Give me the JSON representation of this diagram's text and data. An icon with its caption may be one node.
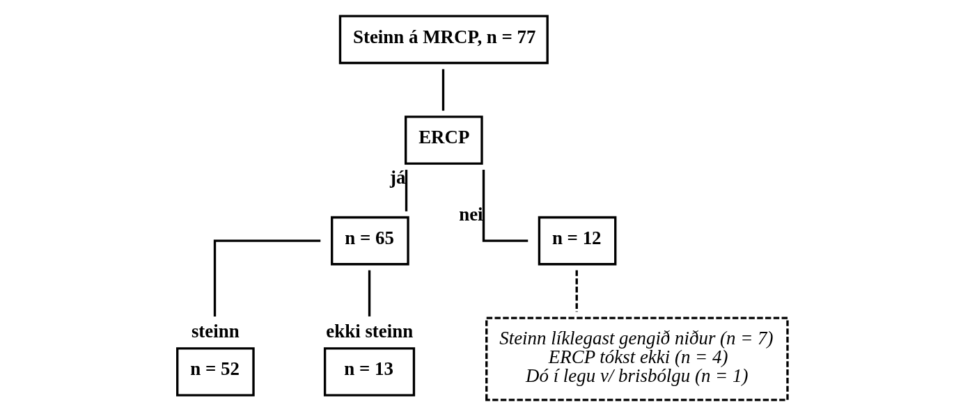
{
  "diagram": {
    "nodes": [
      {
        "text": [
          "Steinn á MRCP, n = 77"
        ]
      },
      {
        "text": [
          "ERCP"
        ]
      },
      {
        "text": [
          "n = 65"
        ]
      },
      {
        "text": [
          "n = 12"
        ]
      },
      {
        "text": [
          "n = 52"
        ],
        "beside": [
          "steinn"
        ]
      },
      {
        "text": [
          "n = 13"
        ],
        "beside": [
          "ekki steinn"
        ]
      },
      {
        "text": [
          "Steinn líklegast gengið niður (n = 7)",
          "ERCP tókst ekki (n = 4)",
          "Dó í legu v/ brisbólgu (n = 1)"
        ]
      }
    ],
    "edges": [
      {
        "from": 0,
        "to": 1,
        "arrow": "none"
      },
      {
        "from": 1,
        "to": 2,
        "arrow": "none",
        "label": "já"
      },
      {
        "from": 1,
        "to": 3,
        "arrow": "none",
        "label": "nei"
      },
      {
        "from": 2,
        "to": 4,
        "arrow": "none"
      },
      {
        "from": 2,
        "to": 5,
        "arrow": "none"
      },
      {
        "from": 3,
        "to": 6,
        "arrow": "none",
        "style": "dashed"
      }
    ]
  }
}
